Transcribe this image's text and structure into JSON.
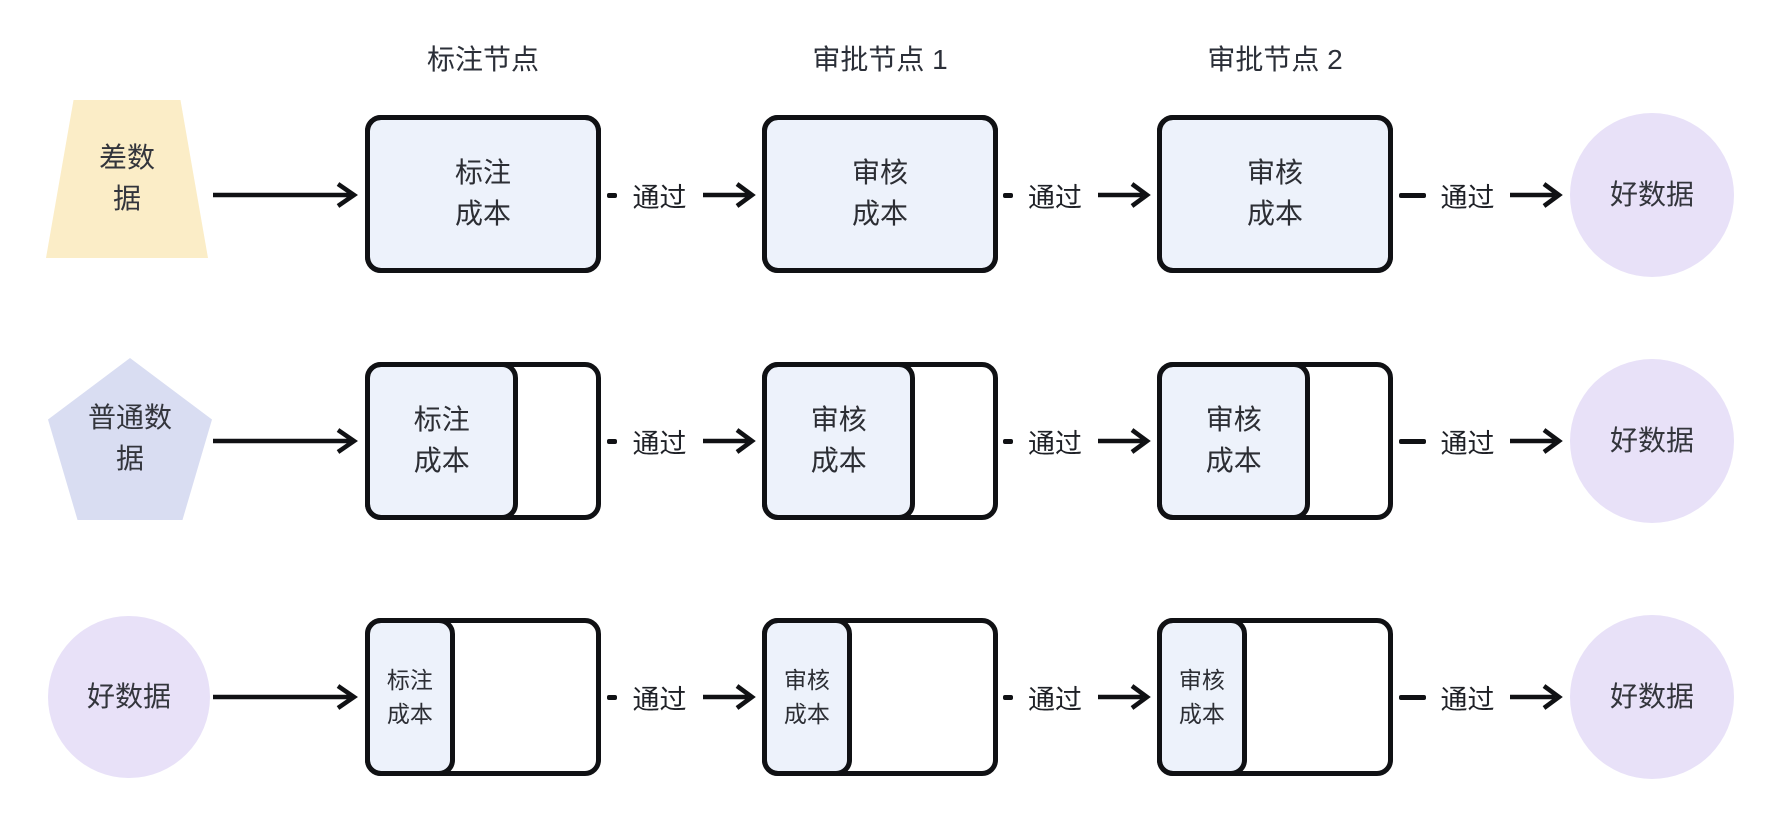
{
  "diagram": {
    "column_headers": [
      {
        "label": "标注节点"
      },
      {
        "label": "审批节点 1"
      },
      {
        "label": "审批节点 2"
      }
    ],
    "pass_label": "通过",
    "rows": [
      {
        "source": {
          "shape": "trapezoid",
          "label": "差数\n据",
          "color": "#FBEDC7"
        },
        "stages": [
          {
            "label": "标注\n成本",
            "fill_percent": 100
          },
          {
            "label": "审核\n成本",
            "fill_percent": 100
          },
          {
            "label": "审核\n成本",
            "fill_percent": 100
          }
        ],
        "result": {
          "shape": "circle",
          "label": "好数据",
          "color": "#E8E1F8"
        }
      },
      {
        "source": {
          "shape": "pentagon",
          "label": "普通数\n据",
          "color": "#D9DDF2"
        },
        "stages": [
          {
            "label": "标注\n成本",
            "fill_percent": 65
          },
          {
            "label": "审核\n成本",
            "fill_percent": 65
          },
          {
            "label": "审核\n成本",
            "fill_percent": 65
          }
        ],
        "result": {
          "shape": "circle",
          "label": "好数据",
          "color": "#E8E1F8"
        }
      },
      {
        "source": {
          "shape": "circle",
          "label": "好数据",
          "color": "#E8E1F8"
        },
        "stages": [
          {
            "label": "标注\n成本",
            "fill_percent": 38
          },
          {
            "label": "审核\n成本",
            "fill_percent": 38
          },
          {
            "label": "审核\n成本",
            "fill_percent": 38
          }
        ],
        "result": {
          "shape": "circle",
          "label": "好数据",
          "color": "#E8E1F8"
        }
      }
    ],
    "colors": {
      "stage_fill": "#EDF2FB",
      "border": "#101114",
      "bad_data_fill": "#FBEDC7",
      "normal_data_fill": "#D9DDF2",
      "good_data_fill": "#E8E1F8"
    }
  }
}
